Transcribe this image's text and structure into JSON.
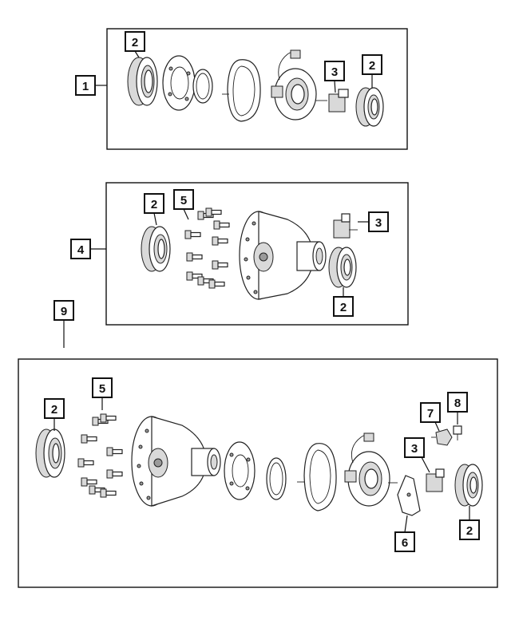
{
  "callouts": {
    "c1": "1",
    "c2a": "2",
    "c2b": "2",
    "c3a": "3",
    "c4": "4",
    "c2c": "2",
    "c5a": "5",
    "c3b": "3",
    "c2d": "2",
    "c9": "9",
    "c2e": "2",
    "c5b": "5",
    "c7": "7",
    "c8": "8",
    "c3c": "3",
    "c2f": "2",
    "c6": "6"
  }
}
